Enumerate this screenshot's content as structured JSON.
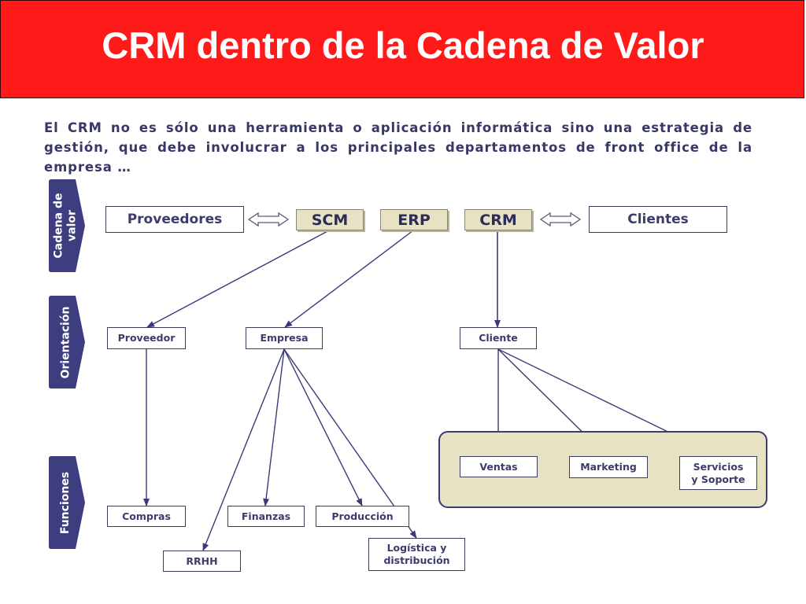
{
  "title": "CRM dentro de la Cadena de Valor",
  "intro": "El CRM no es sólo una herramienta o aplicación informática sino una estrategia de gestión, que debe involucrar a los principales departamentos de front office de la empresa …",
  "tags": {
    "cadena": [
      "Cadena de",
      "valor"
    ],
    "orientacion": "Orientación",
    "funciones": "Funciones"
  },
  "cadena_row": {
    "proveedores": "Proveedores",
    "scm": "SCM",
    "erp": "ERP",
    "crm": "CRM",
    "clientes": "Clientes"
  },
  "orientacion_row": {
    "proveedor": "Proveedor",
    "empresa": "Empresa",
    "cliente": "Cliente"
  },
  "funciones_row": {
    "compras": "Compras",
    "rrhh": "RRHH",
    "finanzas": "Finanzas",
    "produccion": "Producción",
    "logistica": [
      "Logística y",
      "distribución"
    ],
    "ventas": "Ventas",
    "marketing": "Marketing",
    "servicios": [
      "Servicios",
      "y Soporte"
    ]
  },
  "colors": {
    "title_bar": "#ff1a1a",
    "tag_fill": "#3d3d80",
    "system_fill": "#e8e2c4",
    "line": "#3a3a7a",
    "text": "#3c3c6c"
  }
}
